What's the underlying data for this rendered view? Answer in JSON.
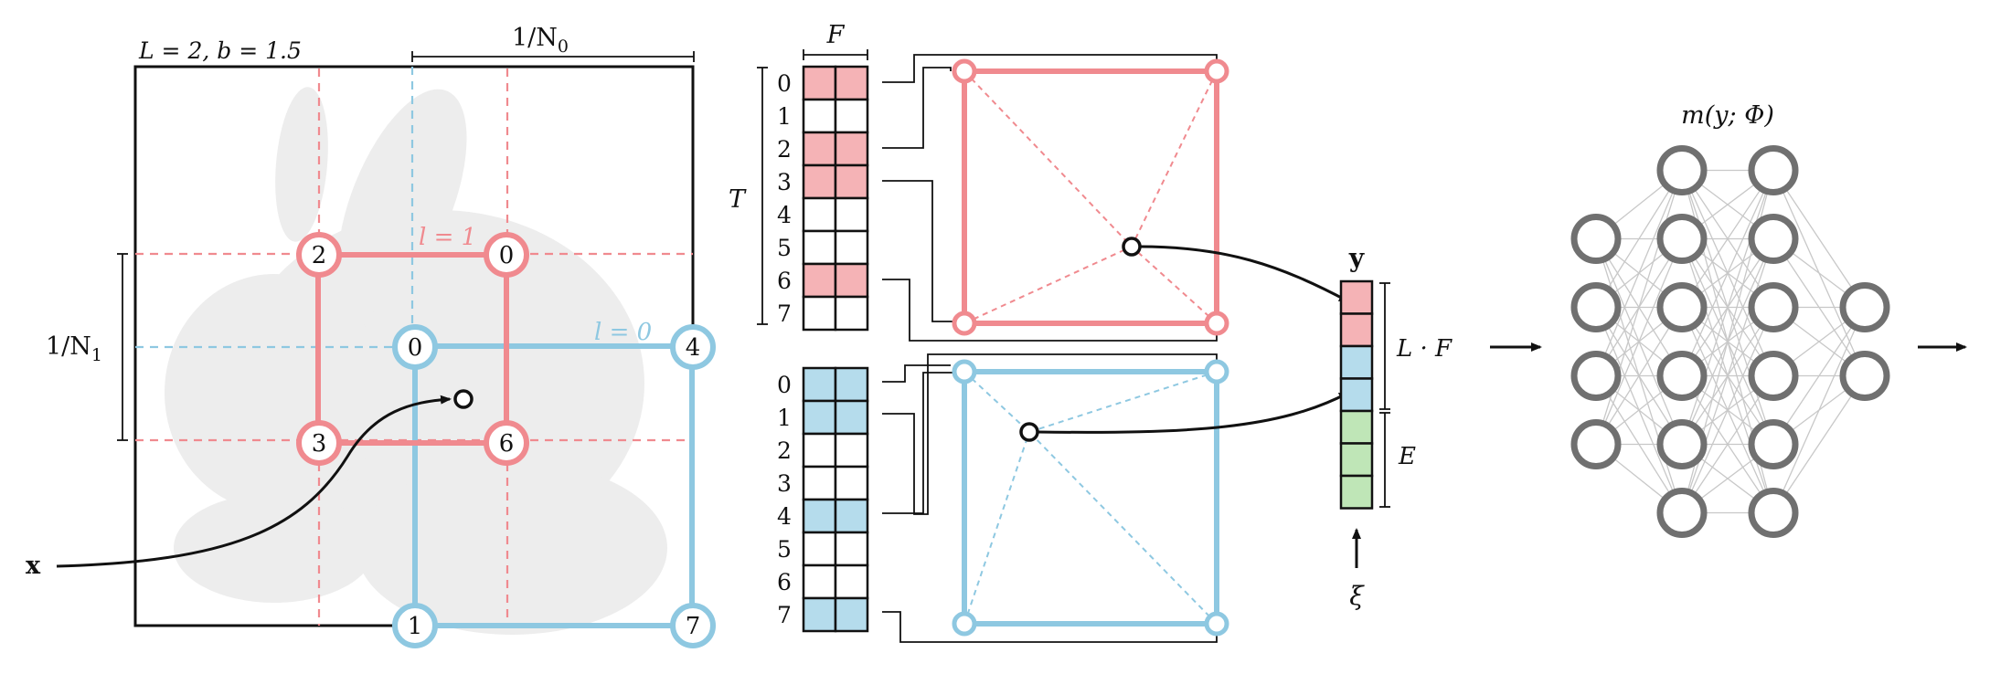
{
  "colors": {
    "red": "#f08a8f",
    "red_fill": "#f5b3b6",
    "blue": "#8ec8e1",
    "blue_fill": "#b5dcec",
    "green": "#bfe6b7",
    "gray": "#707070",
    "black": "#111111"
  },
  "grid_panel": {
    "params": "L = 2,   b = 1.5",
    "n0_label": "1/N",
    "n0_sub": "0",
    "n1_label": "1/N",
    "n1_sub": "1",
    "level1_label": "l = 1",
    "level0_label": "l = 0",
    "input_label": "x",
    "level1_vertices": [
      "2",
      "0",
      "3",
      "6"
    ],
    "level0_vertices": [
      "0",
      "4",
      "1",
      "7"
    ]
  },
  "hash_tables": {
    "f_label": "F",
    "t_label": "T",
    "level1_rows": [
      "0",
      "1",
      "2",
      "3",
      "4",
      "5",
      "6",
      "7"
    ],
    "level1_filled": [
      0,
      2,
      3,
      6
    ],
    "level0_rows": [
      "0",
      "1",
      "2",
      "3",
      "4",
      "5",
      "6",
      "7"
    ],
    "level0_filled": [
      0,
      1,
      4,
      7
    ]
  },
  "feature_vector": {
    "y_label": "y",
    "lf_label": "L · F",
    "e_label": "E",
    "xi_label": "ξ",
    "segments": [
      "red",
      "red",
      "blue",
      "blue",
      "green",
      "green",
      "green"
    ]
  },
  "mlp": {
    "title": "m(y; Φ)",
    "layers": [
      4,
      6,
      6,
      2
    ]
  }
}
